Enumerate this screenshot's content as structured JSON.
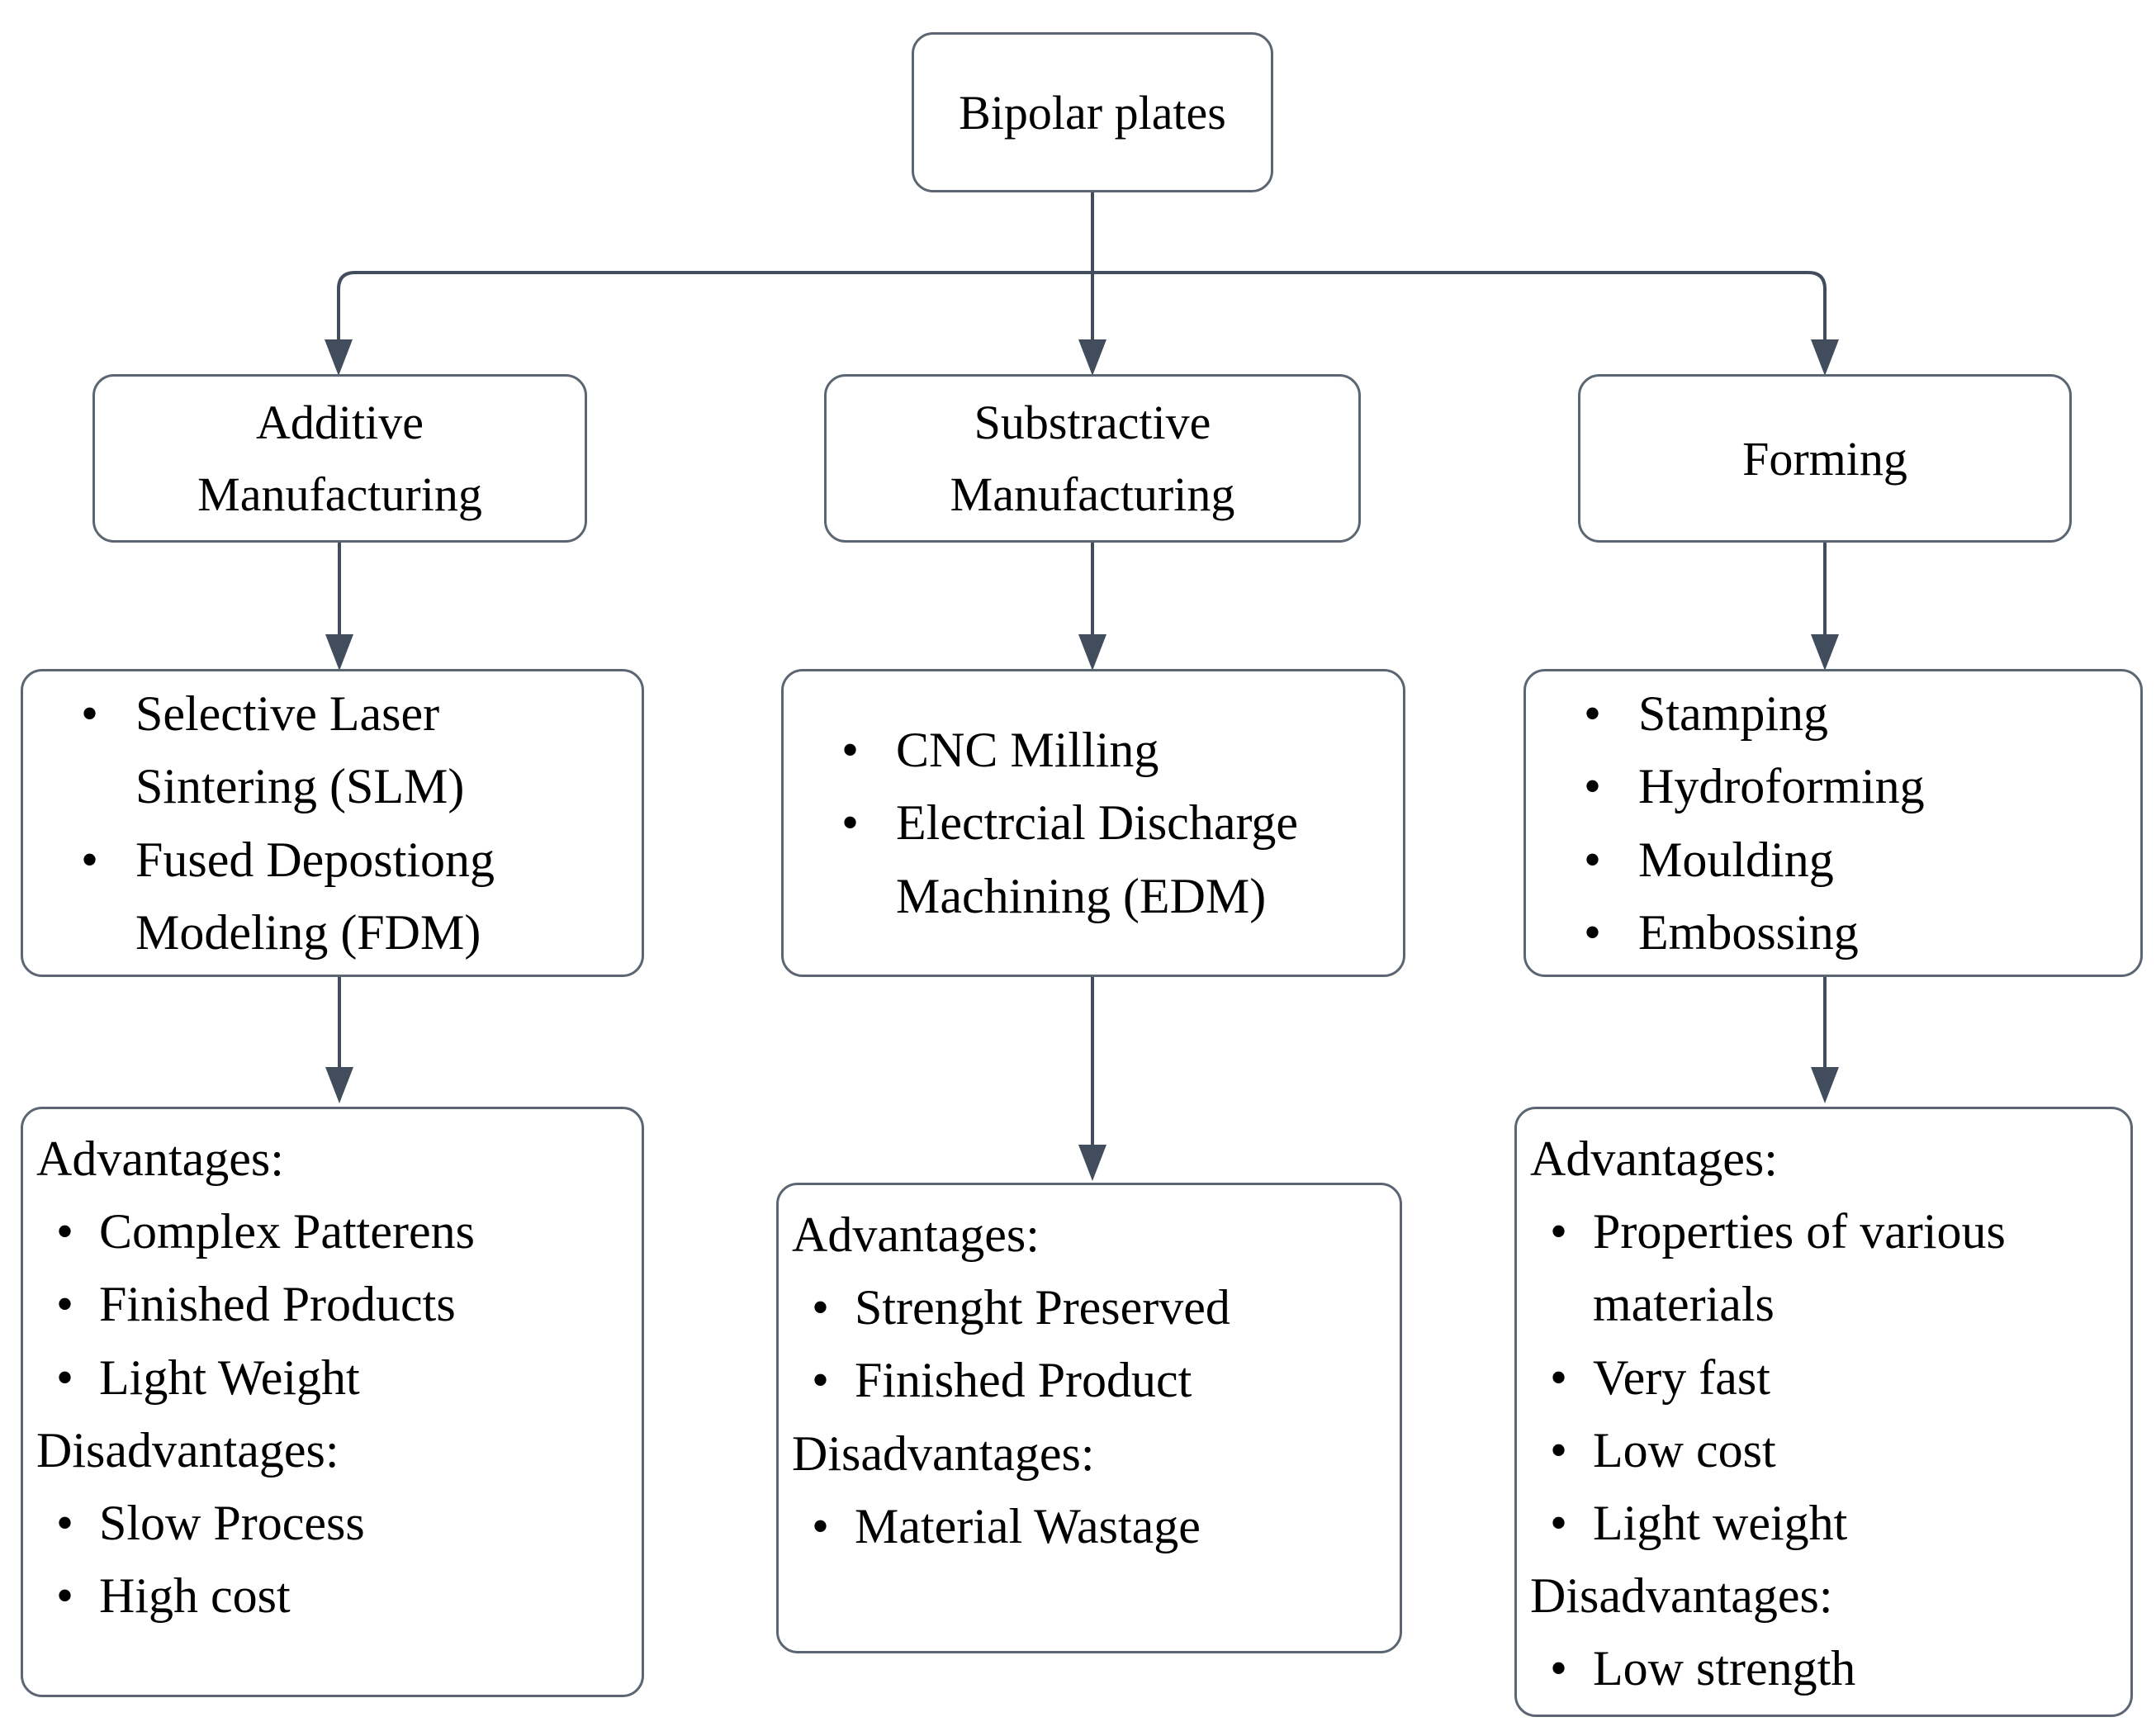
{
  "ui": {
    "bullet": "•",
    "advantages_label": "Advantages:",
    "disadvantages_label": "Disadvantages:"
  },
  "colors": {
    "background": "#ffffff",
    "box_border": "#5b6672",
    "connector": "#414d5c",
    "text": "#000000"
  },
  "diagram": {
    "root": {
      "label": "Bipolar plates"
    },
    "columns": [
      {
        "category": "Additive Manufacturing",
        "methods": [
          "Selective Laser Sintering (SLM)",
          "Fused Depostiong Modeling (FDM)"
        ],
        "advantages": [
          "Complex Patterens",
          "Finished Products",
          "Light Weight"
        ],
        "disadvantages": [
          "Slow Process",
          "High cost"
        ]
      },
      {
        "category": "Substractive Manufacturing",
        "methods": [
          "CNC Milling",
          "Electrcial Discharge Machining (EDM)"
        ],
        "advantages": [
          "Strenght Preserved",
          "Finished Product"
        ],
        "disadvantages": [
          "Material Wastage"
        ]
      },
      {
        "category": "Forming",
        "methods": [
          "Stamping",
          "Hydroforming",
          "Moulding",
          "Embossing"
        ],
        "advantages": [
          "Properties of various materials",
          "Very fast",
          "Low cost",
          "Light weight"
        ],
        "disadvantages": [
          "Low strength"
        ]
      }
    ]
  }
}
